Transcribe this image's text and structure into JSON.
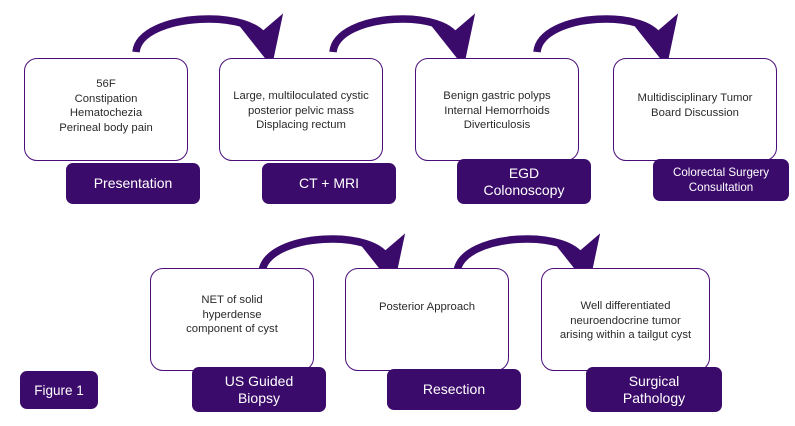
{
  "figure": {
    "label": "Figure 1"
  },
  "colors": {
    "badge_fill": "#3B0B6B",
    "box_border": "#4A0D7A",
    "arrow": "#3B0B6B",
    "body_text": "#2a2a2a",
    "badge_text": "#ffffff",
    "background": "#ffffff"
  },
  "rows": [
    {
      "name": "workup-row",
      "nodes": [
        {
          "body": "56F\nConstipation\nHematochezia\nPerineal body pain",
          "badge": "Presentation"
        },
        {
          "body": "Large, multiloculated cystic\nposterior pelvic mass\nDisplacing rectum",
          "badge": "CT + MRI"
        },
        {
          "body": "Benign gastric polyps\nInternal Hemorrhoids\nDiverticulosis",
          "badge": "EGD\nColonoscopy"
        },
        {
          "body": "Multidisciplinary Tumor\nBoard Discussion",
          "badge": "Colorectal Surgery\nConsultation"
        }
      ]
    },
    {
      "name": "treatment-row",
      "nodes": [
        {
          "body": "NET of solid\nhyperdense\ncomponent of cyst",
          "badge": "US Guided\nBiopsy"
        },
        {
          "body": "Posterior Approach",
          "badge": "Resection"
        },
        {
          "body": "Well differentiated\nneuroendocrine tumor\narising within a tailgut cyst",
          "badge": "Surgical\nPathology"
        }
      ]
    }
  ]
}
